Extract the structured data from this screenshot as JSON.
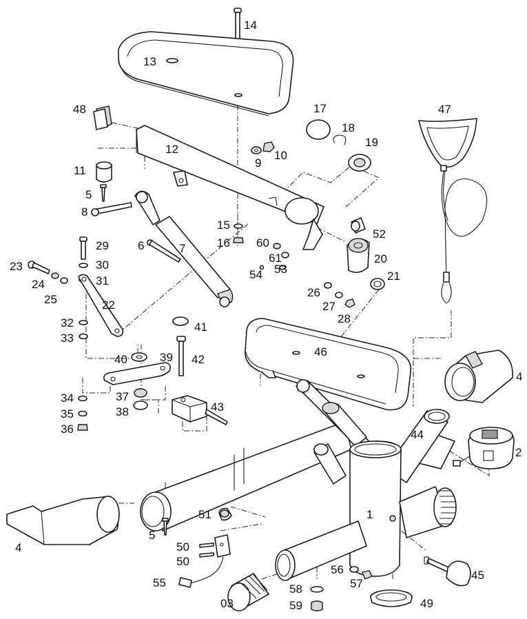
{
  "diagram": {
    "labels": [
      "14",
      "13",
      "17",
      "18",
      "19",
      "48",
      "12",
      "9",
      "10",
      "11",
      "5",
      "8",
      "47",
      "15",
      "16",
      "52",
      "6",
      "7",
      "60",
      "61",
      "20",
      "29",
      "30",
      "31",
      "23",
      "24",
      "25",
      "22",
      "54",
      "53",
      "26",
      "27",
      "28",
      "21",
      "32",
      "33",
      "41",
      "46",
      "4",
      "40",
      "39",
      "42",
      "34",
      "37",
      "38",
      "43",
      "35",
      "36",
      "44",
      "2",
      "1",
      "51",
      "5",
      "4",
      "50",
      "50",
      "55",
      "45",
      "56",
      "57",
      "58",
      "03",
      "59",
      "49"
    ]
  }
}
